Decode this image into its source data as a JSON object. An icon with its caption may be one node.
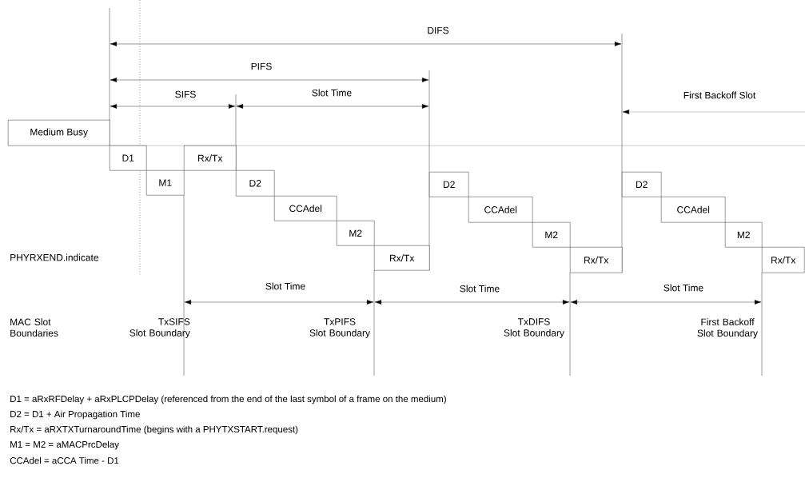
{
  "diagram": {
    "nodes": [
      {
        "text": [
          "Medium Busy"
        ]
      },
      {
        "text": [
          "D1"
        ]
      },
      {
        "text": [
          "M1"
        ]
      },
      {
        "text": [
          "Rx/Tx"
        ]
      },
      {
        "text": [
          "D2"
        ]
      },
      {
        "text": [
          "CCAdel"
        ]
      },
      {
        "text": [
          "M2"
        ]
      },
      {
        "text": [
          "Rx/Tx"
        ]
      },
      {
        "text": [
          "D2"
        ]
      },
      {
        "text": [
          "CCAdel"
        ]
      },
      {
        "text": [
          "M2"
        ]
      },
      {
        "text": [
          "Rx/Tx"
        ]
      },
      {
        "text": [
          "D2"
        ]
      },
      {
        "text": [
          "CCAdel"
        ]
      },
      {
        "text": [
          "M2"
        ]
      },
      {
        "text": [
          "Rx/Tx"
        ]
      }
    ],
    "labels": [
      "DIFS",
      "PIFS",
      "SIFS",
      "Slot Time",
      "First Backoff Slot",
      "PHYRXEND.indicate",
      "Slot Time",
      "Slot Time",
      "Slot Time",
      "MAC Slot Boundaries",
      "TxSIFS Slot Boundary",
      "TxPIFS Slot Boundary",
      "TxDIFS Slot Boundary",
      "First Backoff Slot Boundary",
      "D1 = aRxRFDelay + aRxPLCPDelay (referenced from the end of the last symbol of a frame on the medium)",
      "D2 = D1 + Air Propagation Time",
      "Rx/Tx = aRXTXTurnaroundTime (begins with a PHYTXSTART.request)",
      "M1 = M2 = aMACPrcDelay",
      "CCAdel = aCCA Time - D1"
    ]
  }
}
